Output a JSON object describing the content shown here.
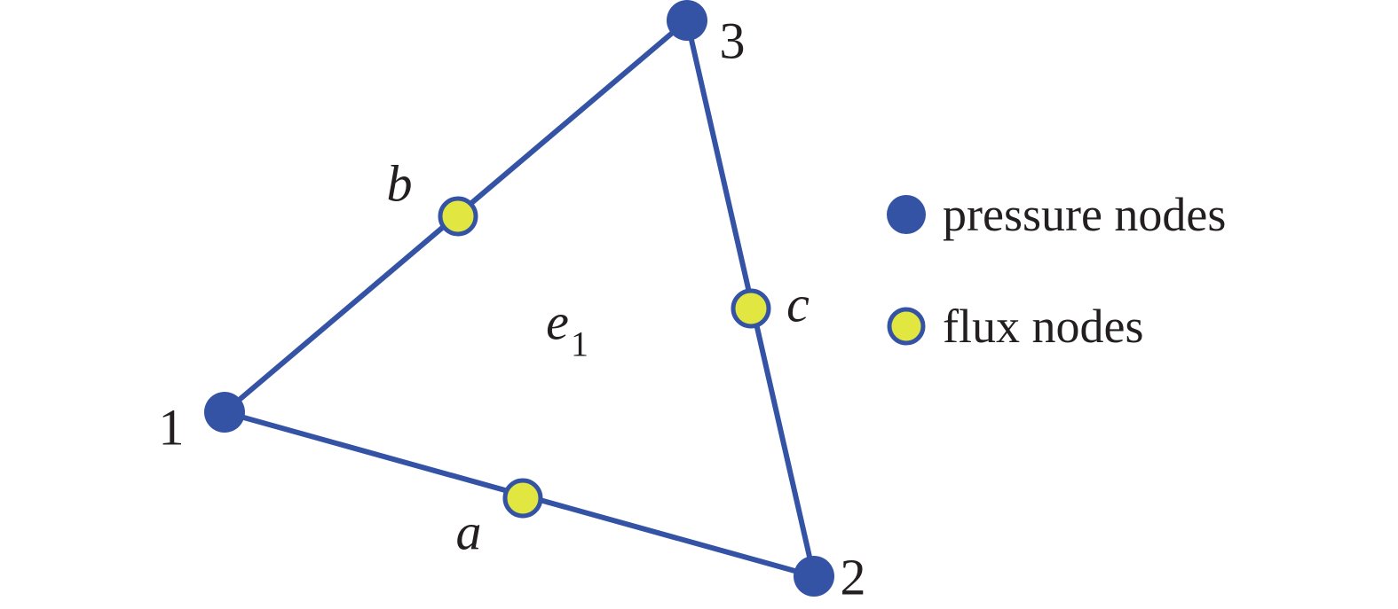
{
  "figure": {
    "element": {
      "base": "e",
      "subscript": "1"
    },
    "pressure_nodes": [
      {
        "id": "v1",
        "label": "1"
      },
      {
        "id": "v2",
        "label": "2"
      },
      {
        "id": "v3",
        "label": "3"
      }
    ],
    "flux_nodes": [
      {
        "id": "a",
        "label": "a"
      },
      {
        "id": "b",
        "label": "b"
      },
      {
        "id": "c",
        "label": "c"
      }
    ]
  },
  "legend": {
    "items": [
      {
        "label": "pressure nodes",
        "swatch": "pressure-node"
      },
      {
        "label": "flux nodes",
        "swatch": "flux-node"
      }
    ]
  },
  "colors": {
    "pressure_node": "#3453A5",
    "flux_node": "#E2E640",
    "flux_node_ring": "#3453A5",
    "edge": "#3453A5",
    "text": "#231F20",
    "background": "#FFFFFF"
  }
}
